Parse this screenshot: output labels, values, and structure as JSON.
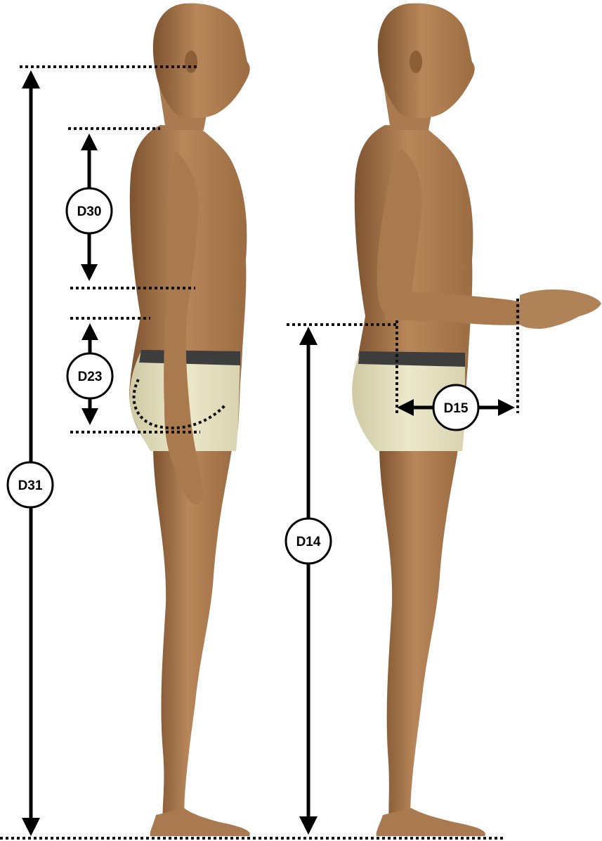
{
  "labels": {
    "d30": "D30",
    "d23": "D23",
    "d31": "D31",
    "d14": "D14",
    "d15": "D15"
  },
  "colors": {
    "skin": "#b8875a",
    "skin_dark": "#8a5e37",
    "underwear": "#e6e2c2",
    "waistband": "#3d3d3d",
    "line": "#000000"
  },
  "figures": [
    {
      "name": "figure-left",
      "pose": "arms-down",
      "facing": "right"
    },
    {
      "name": "figure-right",
      "pose": "forearm-extended",
      "facing": "right"
    }
  ]
}
